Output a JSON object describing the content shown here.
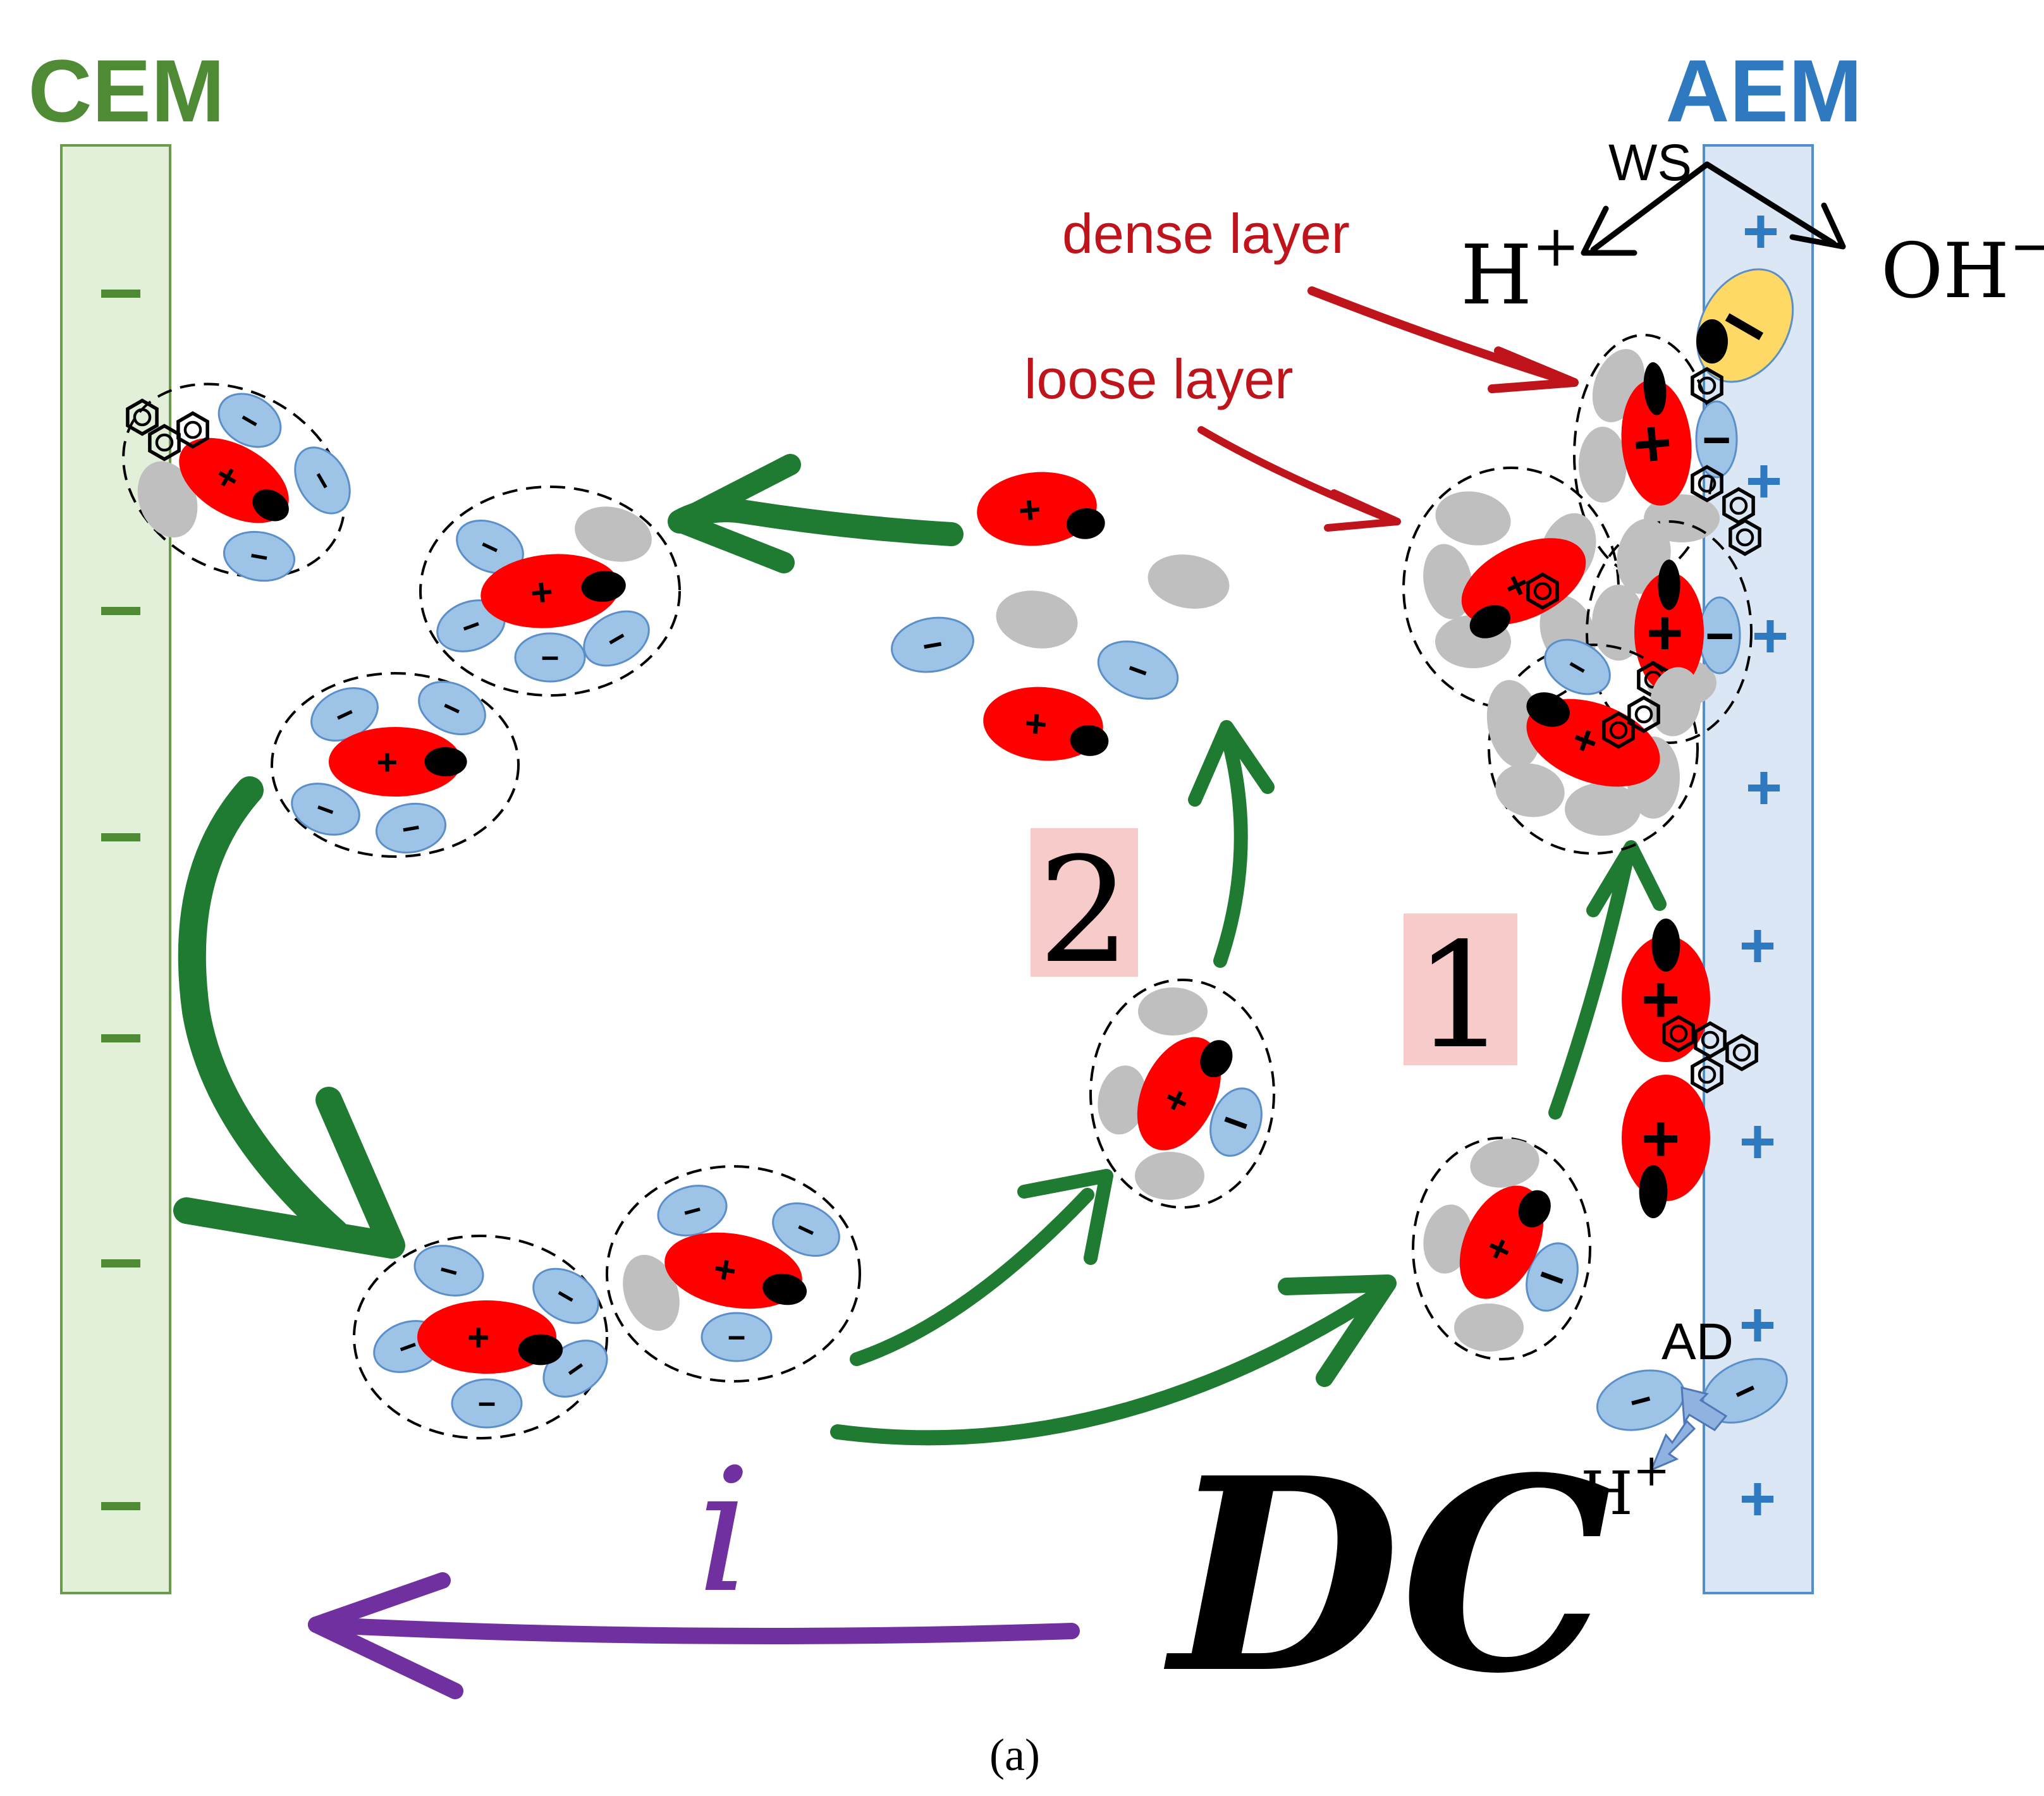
{
  "labels": {
    "cem": "CEM",
    "aem": "AEM",
    "ws": "WS",
    "h_plus_top": "H",
    "h_plus_top_sup": "+",
    "oh_minus": "OH",
    "oh_minus_sup": "−",
    "dense_layer": "dense layer",
    "loose_layer": "loose layer",
    "path_1": "1",
    "path_2": "2",
    "ad": "AD",
    "h_plus_bottom": "H",
    "h_plus_bottom_sup": "+",
    "current": "i",
    "dc": "DC",
    "caption": "(a)"
  },
  "membranes": {
    "cem_sign": "−",
    "aem_sign": "+"
  },
  "colors": {
    "cem_fill": "#e2efd9",
    "cem_stroke": "#6a9a4b",
    "cem_text": "#4f8a34",
    "aem_fill": "#dbe7f5",
    "aem_stroke": "#4f8fd0",
    "aem_text": "#2f79c0",
    "cation": "#ff0000",
    "anion": "#9dc3e6",
    "water": "#bfbfbf",
    "bound_anion": "#ffd966",
    "arrow_green": "#1f7a32",
    "arrow_red": "#c0141c",
    "arrow_purple": "#7030a0",
    "label_box": "#f8cbcb"
  }
}
